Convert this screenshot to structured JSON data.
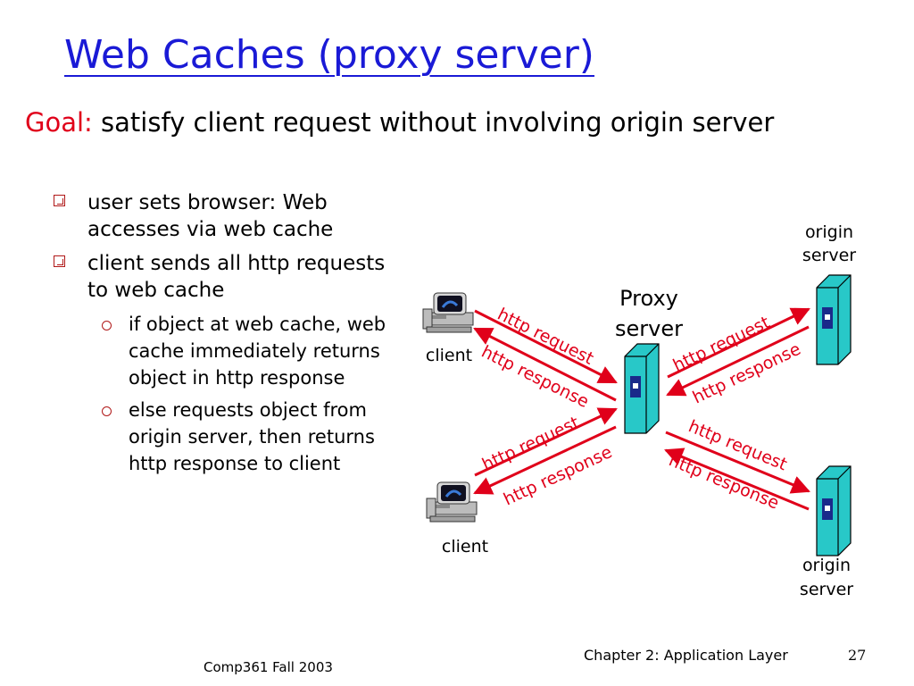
{
  "title": "Web Caches (proxy server)",
  "goal": {
    "label": "Goal:",
    "text": "satisfy client request without involving origin server"
  },
  "bullets": [
    {
      "text": "user sets browser: Web accesses via web cache"
    },
    {
      "text": "client sends all http requests to  web cache"
    }
  ],
  "sub_bullets": [
    {
      "text": "if object at web cache, web cache immediately returns object in http response"
    },
    {
      "text": "else requests object from origin server, then returns http response to client"
    }
  ],
  "diagram": {
    "proxy_label_line1": "Proxy",
    "proxy_label_line2": "server",
    "origin_top_line1": "origin",
    "origin_top_line2": "server",
    "origin_bottom_line1": "origin",
    "origin_bottom_line2": "server",
    "client_top": "client",
    "client_bottom": "client",
    "http_request": "http request",
    "http_response": "http response"
  },
  "colors": {
    "title": "#1a1ad6",
    "accent_red": "#e0001a",
    "server_fill": "#28c8c8"
  },
  "footer": {
    "course": "Comp361   Fall 2003",
    "chapter": "Chapter 2: Application Layer",
    "page": "27"
  }
}
